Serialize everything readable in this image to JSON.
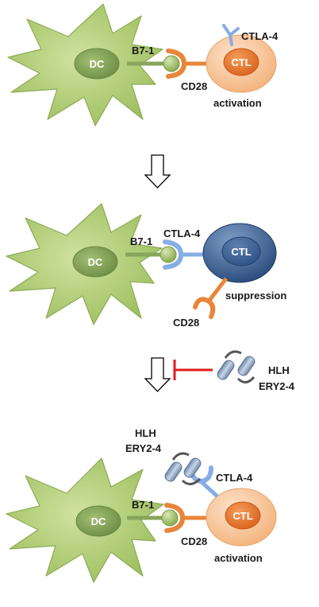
{
  "colors": {
    "dc_fill": "#b5cf7d",
    "dc_nucleus": "#88a55c",
    "ctl_active_outer": "#f8c9a0",
    "ctl_active_nucleus": "#e6762f",
    "ctl_suppressed": "#3f6290",
    "cd28": "#e8853a",
    "ctla4": "#86ade4",
    "b71": "#9cbd62",
    "inhibit": "#e01d1d",
    "antibody": "#8fa7c6"
  },
  "panels": [
    {
      "dc_label": "DC",
      "ctl_label": "CTL",
      "b71_label": "B7-1",
      "cd28_label": "CD28",
      "ctla4_label": "CTLA-4",
      "state_label": "activation"
    },
    {
      "dc_label": "DC",
      "ctl_label": "CTL",
      "b71_label": "B7-1",
      "cd28_label": "CD28",
      "ctla4_label": "CTLA-4",
      "state_label": "suppression"
    },
    {
      "dc_label": "DC",
      "ctl_label": "CTL",
      "b71_label": "B7-1",
      "cd28_label": "CD28",
      "ctla4_label": "CTLA-4",
      "state_label": "activation",
      "antibody_label_1": "HLH",
      "antibody_label_2": "ERY2-4"
    }
  ],
  "inhibitor": {
    "label_1": "HLH",
    "label_2": "ERY2-4"
  }
}
